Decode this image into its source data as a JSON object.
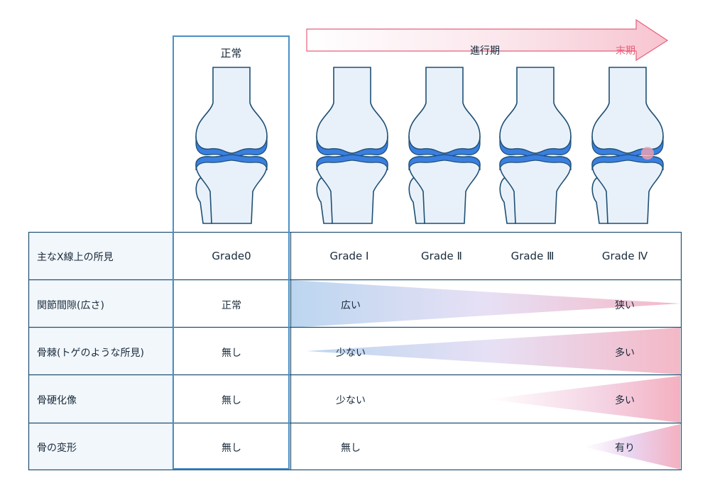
{
  "header": {
    "normal": "正常",
    "progress": "進行期",
    "end_stage": "末期"
  },
  "table": {
    "title_label": "主なX線上の所見",
    "grades": [
      "Grade0",
      "Grade Ⅰ",
      "Grade Ⅱ",
      "Grade Ⅲ",
      "Grade Ⅳ"
    ],
    "rows": [
      {
        "label": "関節間隙(広さ)",
        "grade0": "正常",
        "start": "広い",
        "end": "狭い"
      },
      {
        "label": "骨棘(トゲのような所見)",
        "grade0": "無し",
        "start": "少ない",
        "end": "多い"
      },
      {
        "label": "骨硬化像",
        "grade0": "無し",
        "start": "少ない",
        "end": "多い"
      },
      {
        "label": "骨の変形",
        "grade0": "無し",
        "start": "無し",
        "end": "有り"
      }
    ]
  },
  "colors": {
    "border": "#1f4f73",
    "accent_blue": "#4a90c8",
    "cartilage": "#3a7fe0",
    "bone_fill": "#e8f1fa",
    "end_red": "#e8607a",
    "label_bg": "#f2f7fb"
  },
  "icons": [
    "knee-joint-normal",
    "knee-joint-grade1",
    "knee-joint-grade2",
    "knee-joint-grade3",
    "knee-joint-grade4"
  ]
}
